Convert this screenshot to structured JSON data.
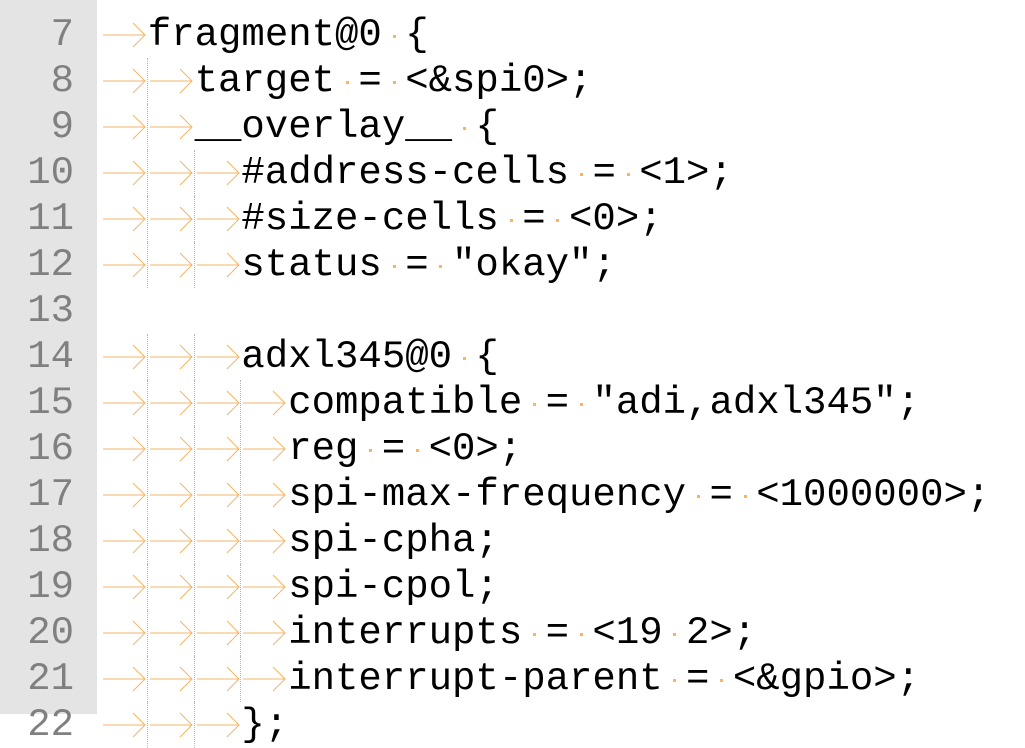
{
  "editor": {
    "colors": {
      "tab_arrow": "#f5b466",
      "gutter_bg": "#e4e4e4",
      "line_number": "#808080",
      "text": "#000000"
    },
    "lines": [
      {
        "number": "7",
        "text": "\tfragment@0 {"
      },
      {
        "number": "8",
        "text": "\t\ttarget = <&spi0>;"
      },
      {
        "number": "9",
        "text": "\t\t__overlay__ {"
      },
      {
        "number": "10",
        "text": "\t\t\t#address-cells = <1>;"
      },
      {
        "number": "11",
        "text": "\t\t\t#size-cells = <0>;"
      },
      {
        "number": "12",
        "text": "\t\t\tstatus = \"okay\";"
      },
      {
        "number": "13",
        "text": ""
      },
      {
        "number": "14",
        "text": "\t\t\tadxl345@0 {"
      },
      {
        "number": "15",
        "text": "\t\t\t\tcompatible = \"adi,adxl345\";"
      },
      {
        "number": "16",
        "text": "\t\t\t\treg = <0>;"
      },
      {
        "number": "17",
        "text": "\t\t\t\tspi-max-frequency = <1000000>;"
      },
      {
        "number": "18",
        "text": "\t\t\t\tspi-cpha;"
      },
      {
        "number": "19",
        "text": "\t\t\t\tspi-cpol;"
      },
      {
        "number": "20",
        "text": "\t\t\t\tinterrupts = <19 2>;"
      },
      {
        "number": "21",
        "text": "\t\t\t\tinterrupt-parent = <&gpio>;"
      },
      {
        "number": "22",
        "text": "\t\t\t};"
      }
    ]
  }
}
